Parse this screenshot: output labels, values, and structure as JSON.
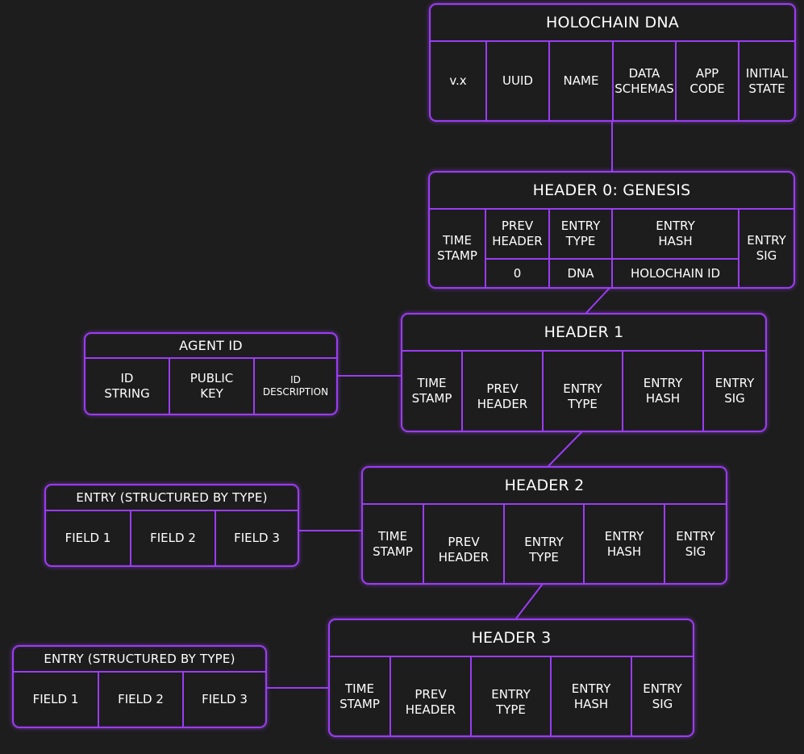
{
  "dna": {
    "title": "HOLOCHAIN DNA",
    "fields": [
      "v.x",
      "UUID",
      "NAME",
      "DATA\nSCHEMAS",
      "APP\nCODE",
      "INITIAL\nSTATE"
    ]
  },
  "genesis": {
    "title": "HEADER 0: GENESIS",
    "time_stamp": "TIME\nSTAMP",
    "prev_header": "PREV\nHEADER",
    "entry_type": "ENTRY\nTYPE",
    "entry_hash": "ENTRY\nHASH",
    "entry_sig": "ENTRY\nSIG",
    "prev_header_value": "0",
    "entry_type_value": "DNA",
    "entry_hash_value": "HOLOCHAIN ID"
  },
  "header1": {
    "title": "HEADER 1",
    "fields": [
      "TIME\nSTAMP",
      "PREV\nHEADER",
      "ENTRY\nTYPE",
      "ENTRY\nHASH",
      "ENTRY\nSIG"
    ]
  },
  "header2": {
    "title": "HEADER 2",
    "fields": [
      "TIME\nSTAMP",
      "PREV\nHEADER",
      "ENTRY\nTYPE",
      "ENTRY\nHASH",
      "ENTRY\nSIG"
    ]
  },
  "header3": {
    "title": "HEADER 3",
    "fields": [
      "TIME\nSTAMP",
      "PREV\nHEADER",
      "ENTRY\nTYPE",
      "ENTRY\nHASH",
      "ENTRY\nSIG"
    ]
  },
  "agent": {
    "title": "AGENT ID",
    "fields": [
      "ID\nSTRING",
      "PUBLIC\nKEY",
      "ID\nDESCRIPTION"
    ]
  },
  "entry2": {
    "title": "ENTRY (STRUCTURED BY TYPE)",
    "fields": [
      "FIELD 1",
      "FIELD 2",
      "FIELD 3"
    ]
  },
  "entry3": {
    "title": "ENTRY (STRUCTURED BY TYPE)",
    "fields": [
      "FIELD 1",
      "FIELD 2",
      "FIELD 3"
    ]
  },
  "colors": {
    "background": "#1d1d1d",
    "border": "#9b3cf5",
    "text": "#ffffff"
  }
}
